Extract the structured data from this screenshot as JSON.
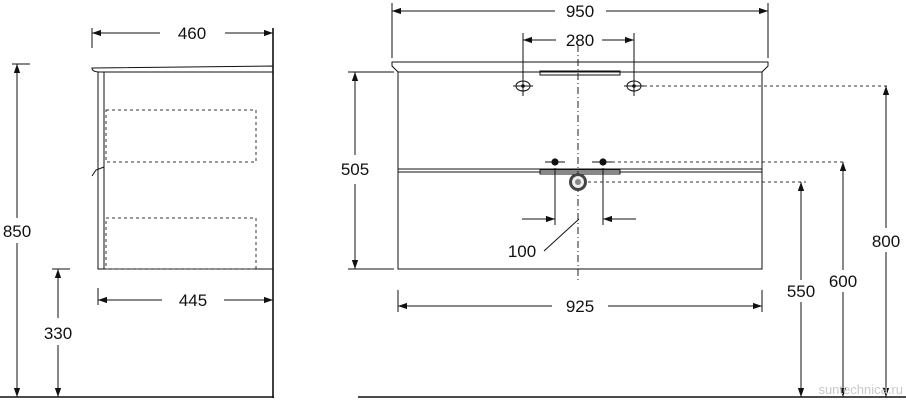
{
  "dimensions": {
    "side_depth_top": "460",
    "side_height_total": "850",
    "side_depth_body": "445",
    "side_floor_gap": "330",
    "front_width_top": "950",
    "front_tap_spacing": "280",
    "front_body_height": "505",
    "front_drain_width": "100",
    "front_body_width": "925",
    "front_drain_height": "550",
    "front_pipe_height": "600",
    "front_tap_height": "800"
  },
  "watermark": "suntechnica.ru"
}
